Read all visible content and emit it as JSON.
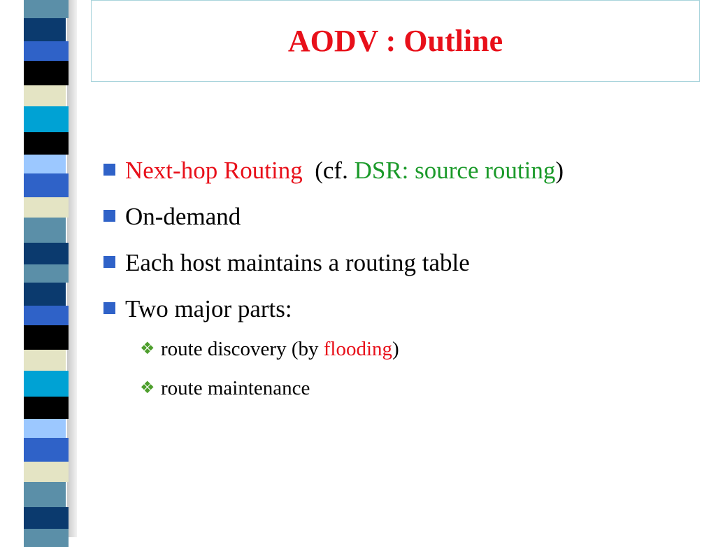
{
  "slide": {
    "title": "AODV : Outline",
    "bullets": [
      {
        "parts": [
          "Next-hop Routing",
          "(cf.",
          "DSR: source routing",
          ")"
        ]
      },
      {
        "text": "On-demand"
      },
      {
        "text": "Each host maintains a routing table"
      },
      {
        "text": "Two major parts:"
      }
    ],
    "sub_bullets": [
      {
        "parts": [
          "route discovery (by",
          "flooding",
          ")"
        ]
      },
      {
        "text": "route maintenance"
      }
    ]
  },
  "colors": {
    "title": "#e8101a",
    "highlight_red": "#e8101a",
    "highlight_green": "#1b9a2a",
    "bullet_square": "#2f62c8",
    "sub_bullet_diamond": "#4d9e2c",
    "title_border": "#a9d4dc"
  },
  "icons": {
    "bullet": "square-bullet-icon",
    "sub_bullet": "four-diamond-bullet-icon"
  }
}
